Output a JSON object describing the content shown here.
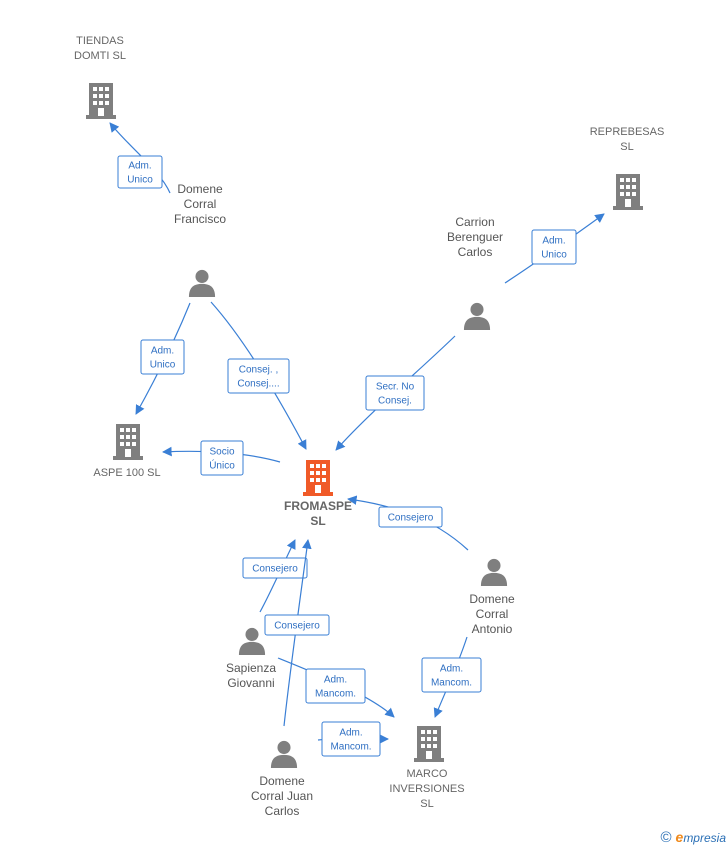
{
  "colors": {
    "edge": "#3a7fd5",
    "company": "#7f7f7f",
    "main_company": "#f05a28",
    "person": "#7f7f7f"
  },
  "nodes": [
    {
      "id": "tiendas",
      "kind": "company",
      "icon": "building-icon",
      "lines": [
        "TIENDAS",
        "DOMTI SL"
      ]
    },
    {
      "id": "represebas",
      "kind": "company",
      "icon": "building-icon",
      "lines": [
        "REPREBESAS",
        "SL"
      ]
    },
    {
      "id": "aspe",
      "kind": "company",
      "icon": "building-icon",
      "lines": [
        "ASPE 100 SL"
      ]
    },
    {
      "id": "fromaspe",
      "kind": "main",
      "icon": "building-icon",
      "lines": [
        "FROMASPE",
        "SL"
      ]
    },
    {
      "id": "marco",
      "kind": "company",
      "icon": "building-icon",
      "lines": [
        "MARCO",
        "INVERSIONES",
        "SL"
      ]
    },
    {
      "id": "francisco",
      "kind": "person",
      "icon": "person-icon",
      "lines": [
        "Domene",
        "Corral",
        "Francisco"
      ]
    },
    {
      "id": "carrion",
      "kind": "person",
      "icon": "person-icon",
      "lines": [
        "Carrion",
        "Berenguer",
        "Carlos"
      ]
    },
    {
      "id": "antonio",
      "kind": "person",
      "icon": "person-icon",
      "lines": [
        "Domene",
        "Corral",
        "Antonio"
      ]
    },
    {
      "id": "sapienza",
      "kind": "person",
      "icon": "person-icon",
      "lines": [
        "Sapienza",
        "Giovanni"
      ]
    },
    {
      "id": "juancarlos",
      "kind": "person",
      "icon": "person-icon",
      "lines": [
        "Domene",
        "Corral Juan",
        "Carlos"
      ]
    }
  ],
  "edges": [
    {
      "id": "francisco-tiendas",
      "lines": [
        "Adm.",
        "Unico"
      ]
    },
    {
      "id": "carrion-represebas",
      "lines": [
        "Adm.",
        "Unico"
      ]
    },
    {
      "id": "francisco-aspe",
      "lines": [
        "Adm.",
        "Unico"
      ]
    },
    {
      "id": "francisco-fromaspe",
      "lines": [
        "Consej. ,",
        "Consej...."
      ]
    },
    {
      "id": "carrion-fromaspe",
      "lines": [
        "Secr.  No",
        "Consej."
      ]
    },
    {
      "id": "fromaspe-aspe",
      "lines": [
        "Socio",
        "Único"
      ]
    },
    {
      "id": "antonio-fromaspe",
      "lines": [
        "Consejero"
      ]
    },
    {
      "id": "sapienza-fromaspe",
      "lines": [
        "Consejero"
      ]
    },
    {
      "id": "juancarlos-fromaspe",
      "lines": [
        "Consejero"
      ]
    },
    {
      "id": "sapienza-marco",
      "lines": [
        "Adm.",
        "Mancom."
      ]
    },
    {
      "id": "juancarlos-marco",
      "lines": [
        "Adm.",
        "Mancom."
      ]
    },
    {
      "id": "antonio-marco",
      "lines": [
        "Adm.",
        "Mancom."
      ]
    }
  ],
  "footer": {
    "copyright_symbol": "©",
    "brand_initial": "e",
    "brand_rest": "mpresia"
  }
}
